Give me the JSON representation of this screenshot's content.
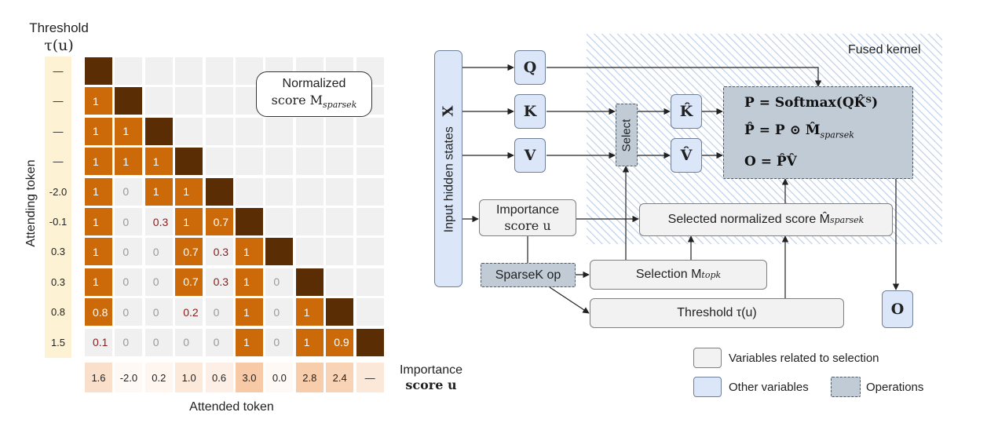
{
  "matrix_panel": {
    "threshold_label_line1": "Threshold",
    "threshold_label_line2": "τ(u)",
    "attending_axis_label": "Attending token",
    "attended_axis_label": "Attended token",
    "importance_label_line1": "Importance",
    "importance_label_line2": "score u",
    "legend_text": "Normalized",
    "legend_text2": "score M",
    "legend_sub": "sparsek",
    "thresholds": [
      "—",
      "—",
      "—",
      "—",
      "-2.0",
      "-0.1",
      "0.3",
      "0.3",
      "0.8",
      "1.5"
    ],
    "importance_scores": [
      "1.6",
      "-2.0",
      "0.2",
      "1.0",
      "0.6",
      "3.0",
      "0.0",
      "2.8",
      "2.4",
      "—"
    ],
    "rows": [
      [],
      [
        "1"
      ],
      [
        "1",
        "1"
      ],
      [
        "1",
        "1",
        "1"
      ],
      [
        "1",
        "0",
        "1",
        "1"
      ],
      [
        "1",
        "0",
        "0.3",
        "1",
        "0.7"
      ],
      [
        "1",
        "0",
        "0",
        "0.7",
        "0.3",
        "1"
      ],
      [
        "1",
        "0",
        "0",
        "0.7",
        "0.3",
        "1",
        "0"
      ],
      [
        "0.8",
        "0",
        "0",
        "0.2",
        "0",
        "1",
        "0",
        "1"
      ],
      [
        "0.1",
        "0",
        "0",
        "0",
        "0",
        "1",
        "0",
        "1",
        "0.9"
      ]
    ],
    "colors": {
      "diagonal": "#5a2d05",
      "selected": "#cc6a0a",
      "empty": "#f0f0f0",
      "threshold_bg": "#fdf2d4",
      "partial_text": "#8b1a1a"
    }
  },
  "flow_panel": {
    "fused_kernel_label": "Fused kernel",
    "input_label": "Input hidden states",
    "input_symbol": "X",
    "q": "Q",
    "k": "K",
    "v": "V",
    "select_label": "Select",
    "k_hat": "K̂",
    "v_hat": "V̂",
    "eq1": "P = Softmax(QK̂ᵀ)",
    "eq2_main": "P̂ = P ⊙ M̂",
    "eq2_sub": "sparsek",
    "eq3": "O = P̂V̂",
    "importance_line1": "Importance",
    "importance_line2": "score u",
    "selected_score_text": "Selected normalized score M̂",
    "selected_score_sub": "sparsek",
    "sparsek_op": "SparseK op",
    "selection_text": "Selection M",
    "selection_sub": "topk",
    "threshold_text": "Threshold τ(u)",
    "output": "O"
  },
  "legend": {
    "selection_vars": "Variables related to selection",
    "other_vars": "Other variables",
    "operations": "Operations"
  }
}
